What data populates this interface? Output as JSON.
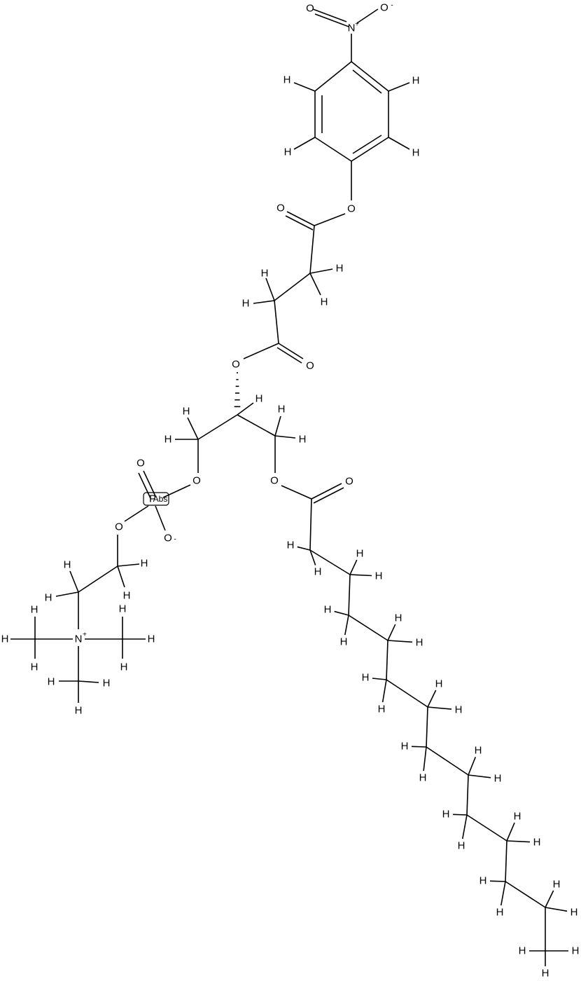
{
  "molecule": {
    "bond_color": "#000000",
    "label_color": "#000000",
    "atoms": {
      "hydrogen": "H",
      "oxygen": "O",
      "nitrogen": "N",
      "phosphorus": "P",
      "positive": "+",
      "negative": "-",
      "stereo_flag": "Abs"
    }
  }
}
